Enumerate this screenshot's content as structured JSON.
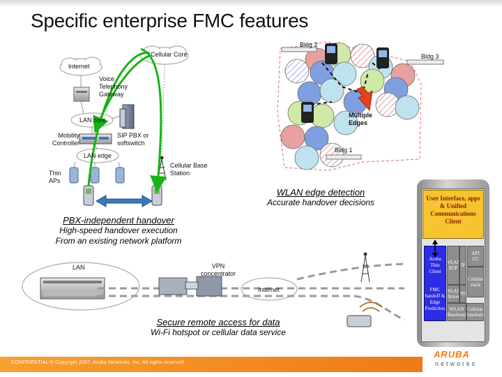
{
  "slide": {
    "title": "Specific enterprise FMC features"
  },
  "top_left": {
    "cellular_core": "Cellular Core",
    "internet": "Internet",
    "voice_gateway": "Voice Telephony Gateway",
    "lan_core": "LAN core",
    "mobility_controller": "Mobility Controller",
    "sip_pbx": "SIP PBX or softswitch",
    "lan_edge": "LAN edge",
    "thin_aps": "Thin APs",
    "cellular_bs": "Cellular Base Station",
    "caption_head": "PBX-independent handover",
    "caption_line1": "High-speed handover execution",
    "caption_line2": "From an existing network platform"
  },
  "top_right": {
    "bldg2": "Bldg 2",
    "bldg3": "Bldg 3",
    "bldg1": "Bldg 1",
    "multiple_edges": "Multiple Edges",
    "caption_head": "WLAN edge detection",
    "caption_sub": "Accurate handover decisions"
  },
  "bottom": {
    "lan": "LAN",
    "vpn_concentrator": "VPN concentrator",
    "internet": "Internet",
    "caption_head": "Secure remote access for data",
    "caption_sub": "Wi-Fi hotspot or cellular data service"
  },
  "phone_stack": {
    "ui_box": "User Interface, apps & Unified Communications Client",
    "aruba_top": "Aruba Thin Client",
    "aruba_bottom": "FMC handoff & Edge Prediction",
    "wlan_sup": "WLAN SUP",
    "ip": "IP",
    "api_cc": "API CC",
    "cellular_stack": "Cellular stack",
    "wlan_driver": "WLAN Driver",
    "vpn": "VPN",
    "wlan_baseband": "WLAN Baseband",
    "cellular_baseband": "Cellular Baseband"
  },
  "footer": {
    "confidential": "CONFIDENTIAL © Copyright 2007. Aruba Networks, Inc. All rights reserved",
    "logo": "ARUBA",
    "logo_sub": "networks"
  },
  "colors": {
    "green_arrow": "#17b317",
    "blue_arrow": "#3d78b8",
    "footer_orange": "#ee7a18",
    "ui_box_yellow": "#f6c430",
    "aruba_blue": "#2c2ce6",
    "circle_blue": "#7f9fe0",
    "circle_red": "#e8a0a0",
    "circle_green": "#cfe9a6",
    "circle_cyan": "#bfe3ee"
  }
}
